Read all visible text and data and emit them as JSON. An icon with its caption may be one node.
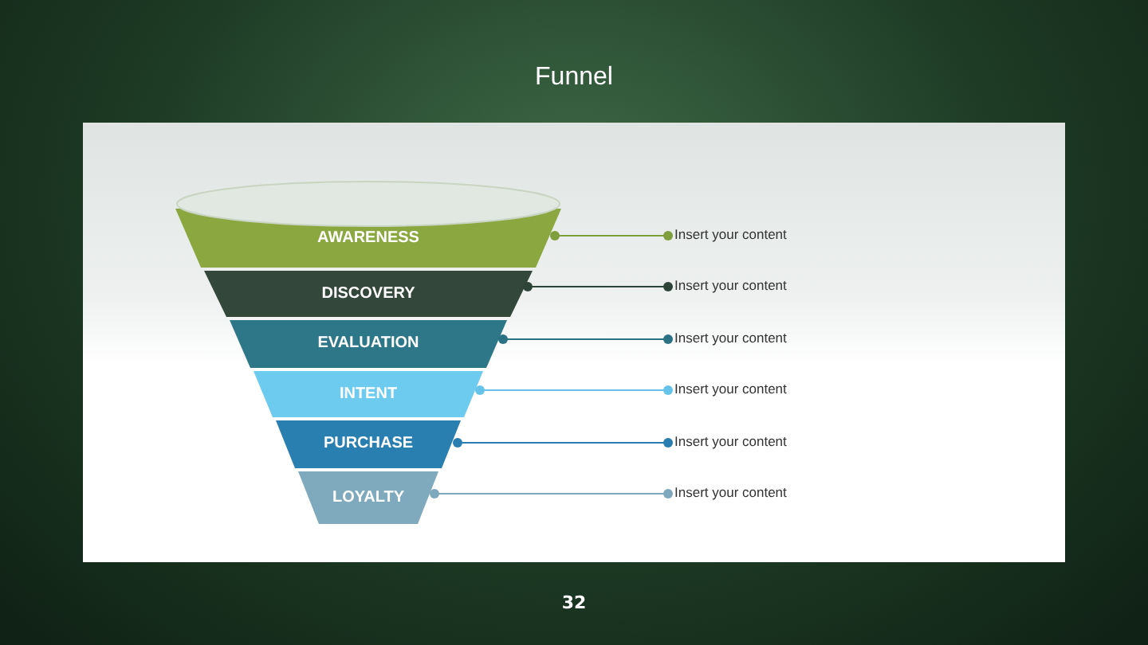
{
  "diagram": {
    "title": "Funnel",
    "nodes": [
      {
        "text": [
          "AWARENESS"
        ]
      },
      {
        "text": [
          "DISCOVERY"
        ]
      },
      {
        "text": [
          "EVALUATION"
        ]
      },
      {
        "text": [
          "INTENT"
        ]
      },
      {
        "text": [
          "PURCHASE"
        ]
      },
      {
        "text": [
          "LOYALTY"
        ]
      },
      {
        "text": [
          "Insert your content"
        ]
      },
      {
        "text": [
          "Insert your content"
        ]
      },
      {
        "text": [
          "Insert your content"
        ]
      },
      {
        "text": [
          "Insert your content"
        ]
      },
      {
        "text": [
          "Insert your content"
        ]
      },
      {
        "text": [
          "Insert your content"
        ]
      }
    ],
    "edges": [
      {
        "from": 0,
        "to": 6,
        "arrow": "other",
        "color": "#7f9f3c"
      },
      {
        "from": 1,
        "to": 7,
        "arrow": "other",
        "color": "#2f4438"
      },
      {
        "from": 2,
        "to": 8,
        "arrow": "other",
        "color": "#2b7285"
      },
      {
        "from": 3,
        "to": 9,
        "arrow": "other",
        "color": "#66c4ea"
      },
      {
        "from": 4,
        "to": 10,
        "arrow": "other",
        "color": "#2a7daf"
      },
      {
        "from": 5,
        "to": 11,
        "arrow": "other",
        "color": "#7ea8bb"
      }
    ],
    "labels": [
      "32"
    ]
  }
}
